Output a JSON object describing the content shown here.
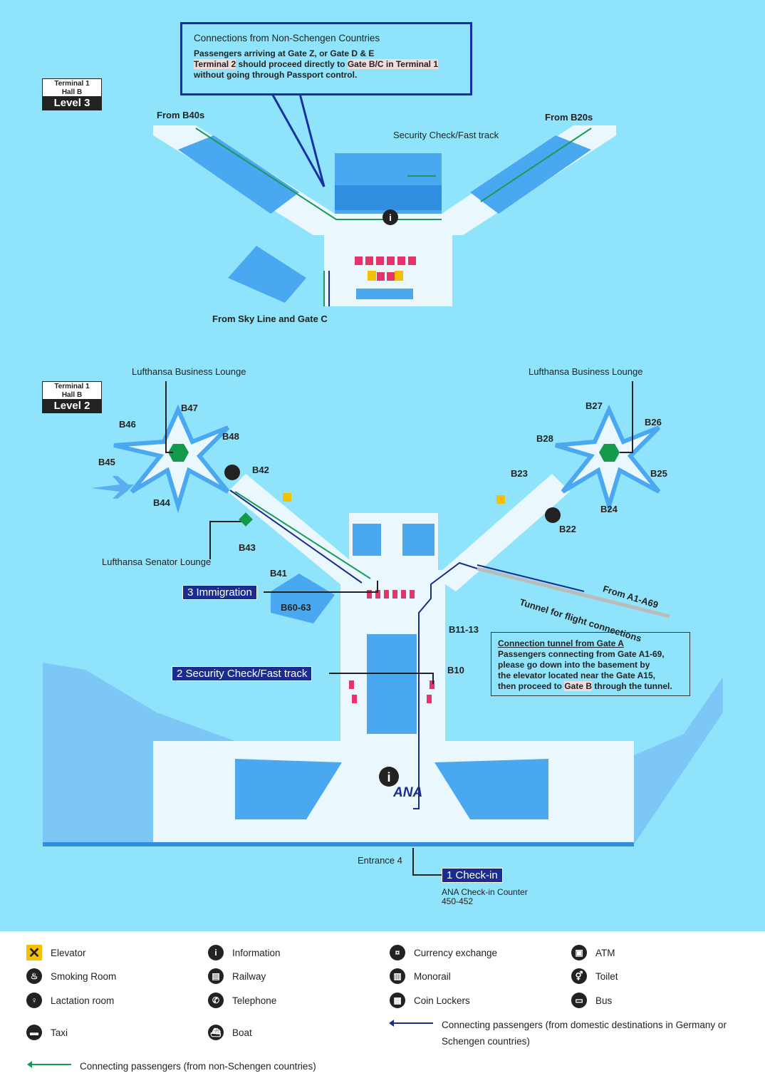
{
  "level3": {
    "badge": {
      "terminal": "Terminal 1",
      "hall": "Hall B",
      "level": "Level 3"
    },
    "callout": {
      "title": "Connections from Non-Schengen Countries",
      "line1": "Passengers arriving at Gate Z, or Gate D & E",
      "line2_hl1": "Terminal 2",
      "line2_mid": " should proceed directly to ",
      "line2_hl2": "Gate B/C in Terminal 1",
      "line3": "without going through Passport control."
    },
    "labels": {
      "from_b40": "From B40s",
      "from_b20": "From B20s",
      "security": "Security Check/Fast track",
      "from_skyline": "From Sky Line and Gate C"
    }
  },
  "level2": {
    "badge": {
      "terminal": "Terminal 1",
      "hall": "Hall B",
      "level": "Level 2"
    },
    "labels": {
      "lounge_left": "Lufthansa Business Lounge",
      "lounge_right": "Lufthansa Business Lounge",
      "senator": "Lufthansa Senator Lounge",
      "from_a1": "From A1-A69",
      "tunnel": "Tunnel for flight connections",
      "entrance": "Entrance 4",
      "ana_counter": "ANA Check-in Counter",
      "ana_counter_num": "450-452",
      "ana_logo": "ANA"
    },
    "gates": {
      "b47": "B47",
      "b46": "B46",
      "b48": "B48",
      "b45": "B45",
      "b42": "B42",
      "b44": "B44",
      "b43": "B43",
      "b41": "B41",
      "b6063": "B60-63",
      "b27": "B27",
      "b26": "B26",
      "b28": "B28",
      "b23": "B23",
      "b25": "B25",
      "b24": "B24",
      "b22": "B22",
      "b1113": "B11-13",
      "b10": "B10"
    },
    "steps": {
      "immigration": "3 Immigration",
      "security": "2 Security Check/Fast track",
      "checkin": "1 Check-in"
    },
    "tunnel_box": {
      "title": "Connection tunnel from Gate A",
      "l1": "Passengers connecting from Gate A1-69,",
      "l2": "please go down into the basement by",
      "l3": "the elevator located near the Gate A15,",
      "l4a": "then proceed to ",
      "l4hl": "Gate B",
      "l4b": " through the tunnel."
    }
  },
  "legend": {
    "items": [
      {
        "label": "Elevator",
        "icon": "elevator-icon",
        "glyph": "✕"
      },
      {
        "label": "Information",
        "icon": "information-icon",
        "glyph": "i"
      },
      {
        "label": "Currency exchange",
        "icon": "currency-exchange-icon",
        "glyph": "¤"
      },
      {
        "label": "ATM",
        "icon": "atm-icon",
        "glyph": "▣"
      },
      {
        "label": "Smoking Room",
        "icon": "smoking-room-icon",
        "glyph": "♨"
      },
      {
        "label": "Railway",
        "icon": "railway-icon",
        "glyph": "▤"
      },
      {
        "label": "Monorail",
        "icon": "monorail-icon",
        "glyph": "▥"
      },
      {
        "label": "Toilet",
        "icon": "toilet-icon",
        "glyph": "⚥"
      },
      {
        "label": "Lactation room",
        "icon": "lactation-room-icon",
        "glyph": "♀"
      },
      {
        "label": "Telephone",
        "icon": "telephone-icon",
        "glyph": "✆"
      },
      {
        "label": "Coin Lockers",
        "icon": "coin-lockers-icon",
        "glyph": "▦"
      },
      {
        "label": "Bus",
        "icon": "bus-icon",
        "glyph": "▭"
      },
      {
        "label": "Taxi",
        "icon": "taxi-icon",
        "glyph": "▬"
      },
      {
        "label": "Boat",
        "icon": "boat-icon",
        "glyph": "⛴"
      }
    ],
    "domestic": "Connecting passengers (from domestic destinations in Germany or Schengen countries)",
    "nonschengen": "Connecting passengers (from non-Schengen countries)",
    "colors": {
      "domestic": "#1a2d8f",
      "nonschengen": "#1a9a5a"
    }
  }
}
